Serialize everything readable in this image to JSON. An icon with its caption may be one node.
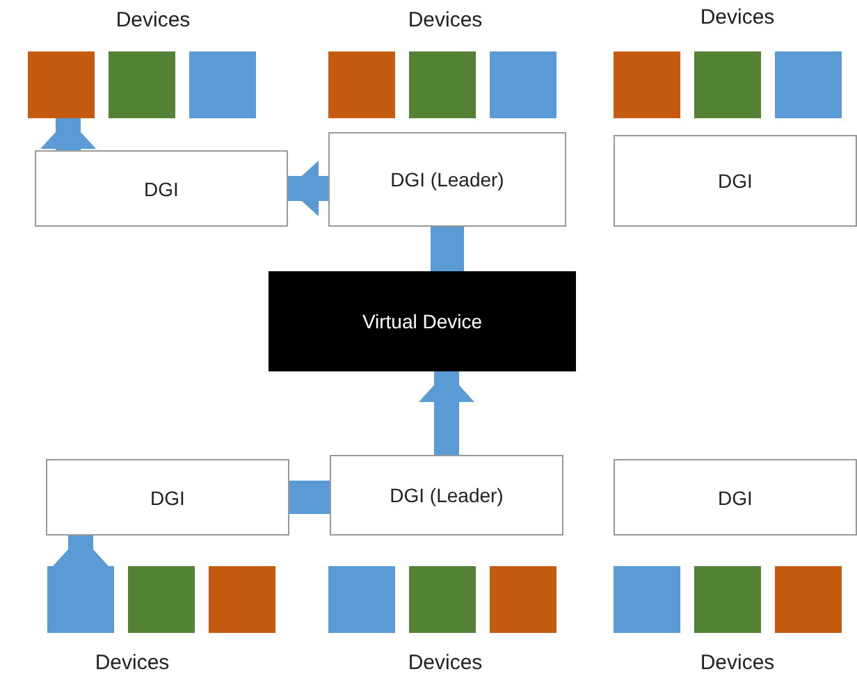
{
  "diagram": {
    "nodes": [
      {
        "text": [],
        "shape": "box"
      },
      {
        "text": [],
        "shape": "box"
      },
      {
        "text": [],
        "shape": "box"
      },
      {
        "text": [],
        "shape": "box"
      },
      {
        "text": [],
        "shape": "box"
      },
      {
        "text": [],
        "shape": "box"
      },
      {
        "text": [],
        "shape": "box"
      },
      {
        "text": [],
        "shape": "box"
      },
      {
        "text": [],
        "shape": "box"
      },
      {
        "text": [
          "DGI"
        ]
      },
      {
        "text": [
          "DGI (Leader)"
        ]
      },
      {
        "text": [
          "DGI"
        ]
      },
      {
        "text": [
          "Virtual Device"
        ]
      },
      {
        "text": [
          "DGI"
        ]
      },
      {
        "text": [
          "DGI (Leader)"
        ]
      },
      {
        "text": [
          "DGI"
        ]
      },
      {
        "text": [],
        "shape": "box"
      },
      {
        "text": [],
        "shape": "box"
      },
      {
        "text": [],
        "shape": "box"
      },
      {
        "text": [],
        "shape": "box"
      },
      {
        "text": [],
        "shape": "box"
      },
      {
        "text": [],
        "shape": "box"
      },
      {
        "text": [],
        "shape": "box"
      },
      {
        "text": [],
        "shape": "box"
      },
      {
        "text": [],
        "shape": "box"
      }
    ],
    "edges": [
      {
        "from": 10,
        "to": 9,
        "arrow": "to"
      },
      {
        "from": 9,
        "to": 0,
        "arrow": "to"
      },
      {
        "from": 10,
        "to": 12,
        "arrow": "none"
      },
      {
        "from": 14,
        "to": 12,
        "arrow": "to"
      },
      {
        "from": 14,
        "to": 13,
        "arrow": "none"
      },
      {
        "from": 16,
        "to": 13,
        "arrow": "to"
      }
    ],
    "labels": [
      "Devices",
      "Devices",
      "Devices",
      "Devices",
      "Devices",
      "Devices"
    ]
  }
}
